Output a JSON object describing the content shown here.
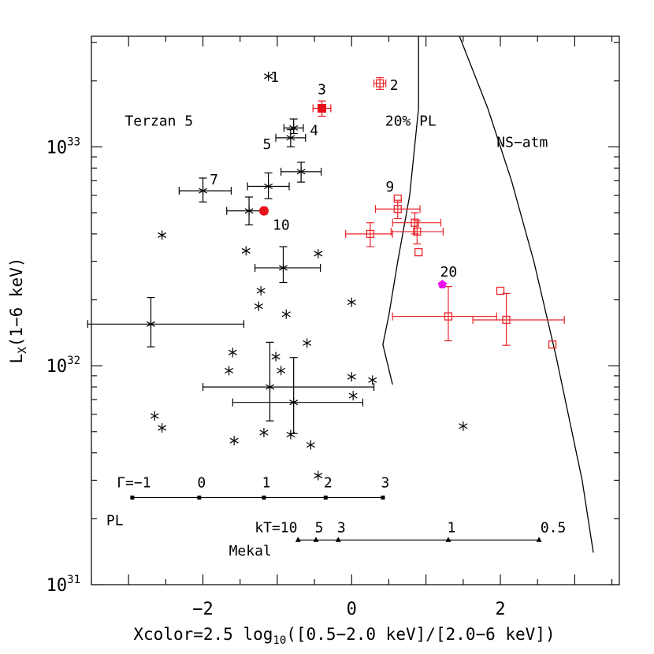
{
  "chart_data": {
    "type": "scatter",
    "title": "",
    "xlabel": {
      "pre": "Xcolor=2.5 log",
      "sub": "10",
      "post": "([0.5−2.0 keV]/[2.0−6 keV])"
    },
    "ylabel": {
      "pre": "L",
      "sub": "X",
      "post": "(1−6 keV)"
    },
    "xlim": [
      -3.5,
      3.6
    ],
    "ylim": [
      1e+31,
      3.2e+33
    ],
    "yscale": "log",
    "xticks": [
      {
        "value": -2,
        "label": "−2"
      },
      {
        "value": 0,
        "label": "0"
      },
      {
        "value": 2,
        "label": "2"
      }
    ],
    "yticks": [
      {
        "value": 1e+31,
        "base": "10",
        "exp": "31"
      },
      {
        "value": 1e+32,
        "base": "10",
        "exp": "32"
      },
      {
        "value": 1e+33,
        "base": "10",
        "exp": "33"
      }
    ],
    "grid": false,
    "annotations": [
      {
        "text": "Terzan 5",
        "x": -3.05,
        "y": 1.25e+33
      },
      {
        "text": "20% PL",
        "x": 0.45,
        "y": 1.25e+33
      },
      {
        "text": "NS−atm",
        "x": 1.95,
        "y": 1e+33
      },
      {
        "text": "PL",
        "x": -3.3,
        "y": 1.87e+31
      },
      {
        "text": "Mekal",
        "x": -1.65,
        "y": 1.36e+31
      }
    ],
    "curves": [
      {
        "name": "20% PL",
        "points": [
          [
            0.9,
            3.2e+33
          ],
          [
            0.9,
            1.5e+33
          ],
          [
            0.78,
            6e+32
          ],
          [
            0.62,
            3e+32
          ],
          [
            0.5,
            1.7e+32
          ],
          [
            0.42,
            1.25e+32
          ],
          [
            0.55,
            8.2e+31
          ]
        ]
      },
      {
        "name": "NS-atm",
        "points": [
          [
            1.45,
            3.2e+33
          ],
          [
            1.83,
            1.5e+33
          ],
          [
            2.15,
            7e+32
          ],
          [
            2.45,
            3e+32
          ],
          [
            2.75,
            1.1e+32
          ],
          [
            3.1,
            3e+31
          ],
          [
            3.25,
            1.4e+31
          ]
        ]
      }
    ],
    "scales": [
      {
        "name": "PL",
        "y": 2.5e+31,
        "ticks": [
          {
            "x": -2.95,
            "label": "Γ=−1"
          },
          {
            "x": -2.05,
            "label": "0"
          },
          {
            "x": -1.18,
            "label": "1"
          },
          {
            "x": -0.35,
            "label": "2"
          },
          {
            "x": 0.42,
            "label": "3"
          }
        ]
      },
      {
        "name": "Mekal",
        "y": 1.6e+31,
        "ticks": [
          {
            "x": -0.72,
            "label": "kT=10"
          },
          {
            "x": -0.48,
            "label": "5"
          },
          {
            "x": -0.18,
            "label": "3"
          },
          {
            "x": 1.3,
            "label": "1"
          },
          {
            "x": 2.52,
            "label": "0.5"
          }
        ]
      }
    ],
    "series": [
      {
        "name": "black",
        "marker": "star",
        "color": "#000000",
        "points": [
          {
            "x": -1.12,
            "y": 2.1e+33,
            "label": "1"
          },
          {
            "x": -0.78,
            "y": 1.22e+33,
            "xerr": [
              0.13,
              0.13
            ],
            "yerr": [
              7e+31,
              1.2e+32
            ],
            "label": "4"
          },
          {
            "x": -0.82,
            "y": 1.1e+33,
            "xerr": [
              0.2,
              0.2
            ],
            "yerr": [
              1e+32,
              1e+32
            ],
            "label": "5"
          },
          {
            "x": -0.68,
            "y": 7.7e+32,
            "xerr": [
              0.27,
              0.27
            ],
            "yerr": [
              8e+31,
              8e+31
            ]
          },
          {
            "x": -1.12,
            "y": 6.6e+32,
            "xerr": [
              0.28,
              0.28
            ],
            "yerr": [
              8e+31,
              1e+32
            ]
          },
          {
            "x": -2.0,
            "y": 6.3e+32,
            "xerr": [
              0.32,
              0.38
            ],
            "yerr": [
              7e+31,
              9e+31
            ],
            "label": "7"
          },
          {
            "x": -1.38,
            "y": 5.1e+32,
            "xerr": [
              0.3,
              0.24
            ],
            "yerr": [
              7e+31,
              8e+31
            ]
          },
          {
            "x": -2.55,
            "y": 3.95e+32
          },
          {
            "x": -1.42,
            "y": 3.35e+32
          },
          {
            "x": -0.45,
            "y": 3.25e+32
          },
          {
            "x": -0.92,
            "y": 2.8e+32,
            "xerr": [
              0.38,
              0.5
            ],
            "yerr": [
              4e+31,
              7e+31
            ]
          },
          {
            "x": -1.22,
            "y": 2.2e+32
          },
          {
            "x": -1.25,
            "y": 1.87e+32
          },
          {
            "x": -0.88,
            "y": 1.72e+32
          },
          {
            "x": 0.0,
            "y": 1.95e+32
          },
          {
            "x": -2.7,
            "y": 1.55e+32,
            "xerr": [
              0.85,
              1.25
            ],
            "yerr": [
              3.3e+31,
              5e+31
            ]
          },
          {
            "x": -0.6,
            "y": 1.27e+32
          },
          {
            "x": -1.6,
            "y": 1.15e+32
          },
          {
            "x": -1.02,
            "y": 1.1e+32
          },
          {
            "x": -1.65,
            "y": 9.5e+31
          },
          {
            "x": -0.95,
            "y": 9.5e+31
          },
          {
            "x": 0.0,
            "y": 8.9e+31
          },
          {
            "x": 0.28,
            "y": 8.6e+31
          },
          {
            "x": -1.1,
            "y": 8e+31,
            "xerr": [
              0.9,
              1.4
            ],
            "yerr": [
              2.4e+31,
              4.8e+31
            ]
          },
          {
            "x": 0.02,
            "y": 7.3e+31
          },
          {
            "x": -0.78,
            "y": 6.8e+31,
            "xerr": [
              0.82,
              0.93
            ],
            "yerr": [
              1.9e+31,
              4.1e+31
            ]
          },
          {
            "x": -2.65,
            "y": 5.9e+31
          },
          {
            "x": -2.55,
            "y": 5.2e+31
          },
          {
            "x": 1.5,
            "y": 5.3e+31
          },
          {
            "x": -1.18,
            "y": 4.95e+31
          },
          {
            "x": -0.82,
            "y": 4.85e+31
          },
          {
            "x": -1.58,
            "y": 4.55e+31
          },
          {
            "x": -0.55,
            "y": 4.35e+31
          },
          {
            "x": -0.45,
            "y": 3.15e+31
          }
        ]
      },
      {
        "name": "red-open",
        "marker": "open-square",
        "color": "#e8262b",
        "points": [
          {
            "x": 0.38,
            "y": 1.95e+33,
            "xerr": [
              0.08,
              0.08
            ],
            "yerr": [
              1.2e+32,
              1.2e+32
            ],
            "label": "2"
          },
          {
            "x": 0.62,
            "y": 5.8e+32
          },
          {
            "x": 0.62,
            "y": 5.2e+32,
            "xerr": [
              0.3,
              0.3
            ],
            "yerr": [
              5e+31,
              5e+31
            ],
            "label": "9"
          },
          {
            "x": 0.85,
            "y": 4.5e+32,
            "xerr": [
              0.3,
              0.35
            ],
            "yerr": [
              5e+31,
              5e+31
            ]
          },
          {
            "x": 0.25,
            "y": 4e+32,
            "xerr": [
              0.33,
              0.3
            ],
            "yerr": [
              5e+31,
              5e+31
            ]
          },
          {
            "x": 0.88,
            "y": 4.1e+32,
            "xerr": [
              0.35,
              0.35
            ],
            "yerr": [
              5e+31,
              5e+31
            ]
          },
          {
            "x": 0.9,
            "y": 3.3e+32
          },
          {
            "x": 1.3,
            "y": 1.68e+32,
            "xerr": [
              0.75,
              0.65
            ],
            "yerr": [
              3.8e+31,
              6.2e+31
            ]
          },
          {
            "x": 2.08,
            "y": 1.62e+32,
            "xerr": [
              0.45,
              0.78
            ],
            "yerr": [
              3.8e+31,
              5.2e+31
            ]
          },
          {
            "x": 2.0,
            "y": 2.2e+32
          },
          {
            "x": 2.7,
            "y": 1.25e+32
          }
        ]
      },
      {
        "name": "red-filled",
        "marker": "filled-square",
        "color": "#e8111a",
        "points": [
          {
            "x": -0.4,
            "y": 1.5e+33,
            "xerr": [
              0.12,
              0.12
            ],
            "yerr": [
              1.2e+32,
              1.2e+32
            ],
            "label": "3"
          }
        ]
      },
      {
        "name": "red-circle",
        "marker": "filled-circle",
        "color": "#e8111a",
        "points": [
          {
            "x": -1.18,
            "y": 5.1e+32,
            "label": "10"
          }
        ]
      },
      {
        "name": "magenta",
        "marker": "filled-pentagon",
        "color": "#ee11ee",
        "points": [
          {
            "x": 1.22,
            "y": 2.35e+32,
            "label": "20"
          }
        ]
      }
    ]
  }
}
